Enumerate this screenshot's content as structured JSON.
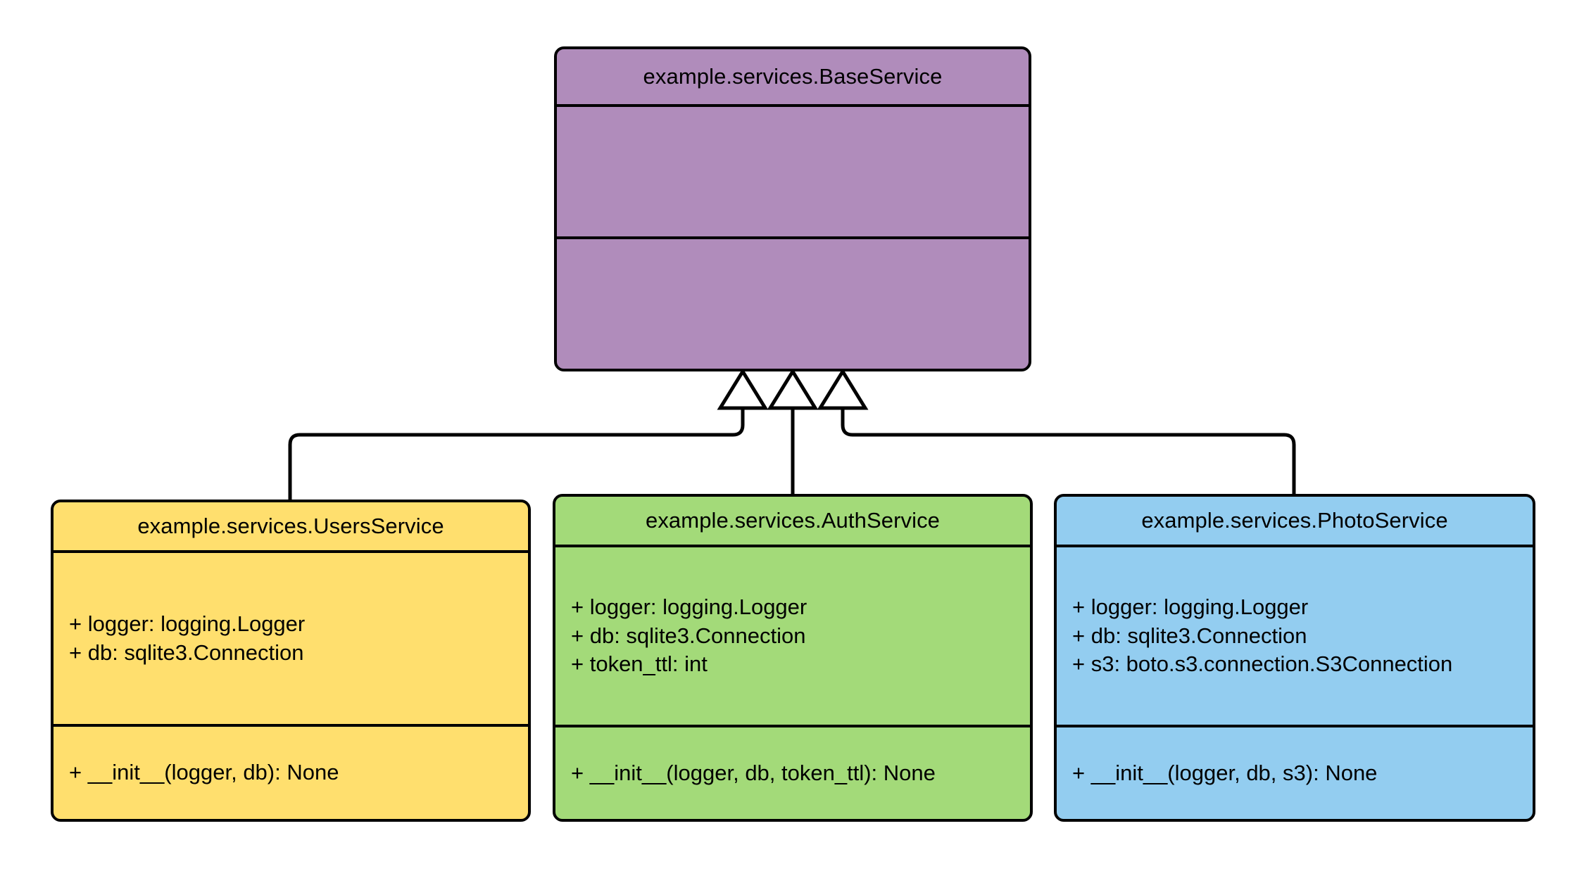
{
  "diagram": {
    "type": "uml-class-diagram",
    "title": "",
    "background_color": "#ffffff",
    "line_color": "#000000",
    "text_color": "#000000"
  },
  "classes": [
    {
      "id": "baseservice",
      "name": "example.services.BaseService",
      "fill": "#b08cbb",
      "attributes": [],
      "methods": []
    },
    {
      "id": "usersservice",
      "name": "example.services.UsersService",
      "fill": "#ffdf6e",
      "attributes": [
        "+ logger: logging.Logger",
        "+ db: sqlite3.Connection"
      ],
      "methods": [
        "+ __init__(logger, db): None"
      ]
    },
    {
      "id": "authservice",
      "name": "example.services.AuthService",
      "fill": "#a3da79",
      "attributes": [
        "+ logger: logging.Logger",
        "+ db: sqlite3.Connection",
        "+ token_ttl: int"
      ],
      "methods": [
        "+ __init__(logger, db, token_ttl): None"
      ]
    },
    {
      "id": "photoservice",
      "name": "example.services.PhotoService",
      "fill": "#93cdf0",
      "attributes": [
        "+ logger: logging.Logger",
        "+ db: sqlite3.Connection",
        "+ s3: boto.s3.connection.S3Connection"
      ],
      "methods": [
        "+ __init__(logger, db, s3): None"
      ]
    }
  ],
  "relationships": [
    {
      "kind": "generalization",
      "from": "usersservice",
      "to": "baseservice",
      "arrow": "hollow-triangle"
    },
    {
      "kind": "generalization",
      "from": "authservice",
      "to": "baseservice",
      "arrow": "hollow-triangle"
    },
    {
      "kind": "generalization",
      "from": "photoservice",
      "to": "baseservice",
      "arrow": "hollow-triangle"
    }
  ]
}
